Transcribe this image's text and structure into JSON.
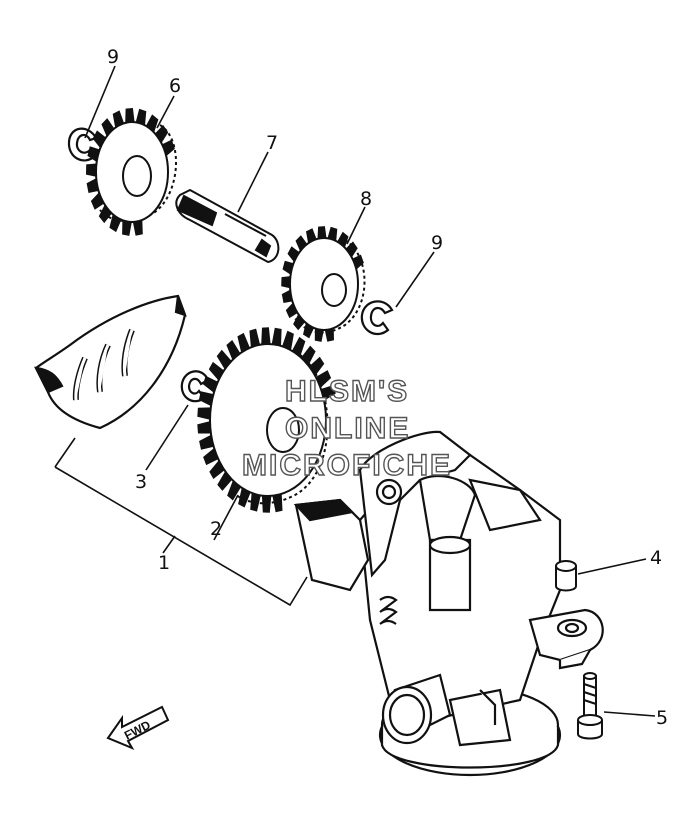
{
  "callouts": {
    "c1": "1",
    "c2": "2",
    "c3": "3",
    "c4": "4",
    "c5": "5",
    "c6": "6",
    "c7": "7",
    "c8": "8",
    "c9a": "9",
    "c9b": "9"
  },
  "watermark": {
    "line1": "HLSM'S",
    "line2": "ONLINE",
    "line3": "MICROFICHE"
  },
  "direction_arrow": {
    "label": "FWD",
    "icon": "fwd-arrow-icon"
  }
}
